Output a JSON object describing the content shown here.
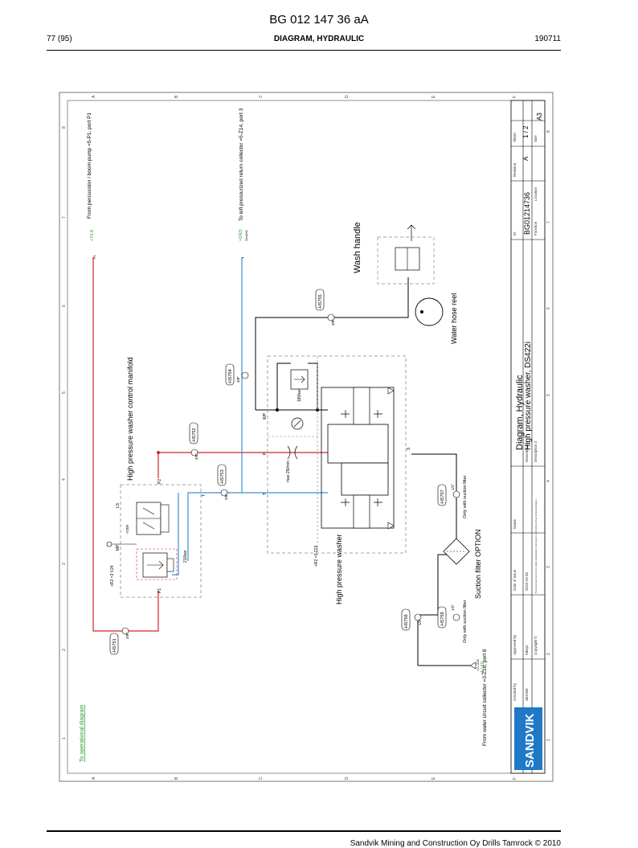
{
  "page": {
    "doc_id": "BG 012 147 36 aA",
    "page_num": "77 (95)",
    "section_title": "DIAGRAM, HYDRAULIC",
    "date_code": "190711",
    "footer": "Sandvik Mining and Construction Oy Drills Tamrock © 2010"
  },
  "diagram": {
    "grid_rows": [
      "A",
      "B",
      "C",
      "D",
      "E",
      "F"
    ],
    "grid_cols": [
      "1",
      "2",
      "3",
      "4",
      "5",
      "6",
      "7",
      "8"
    ],
    "label_from_pump": "From percussion / boom pump =5-P1, port P1",
    "label_return": "To left pressurized return collector =5-Z14, port 3",
    "ref_pump": "=7/L8",
    "ref_return": "=2/E5",
    "ref_return_sub": "Sec(IH)",
    "mark_p1": "P1",
    "mark_t": "T",
    "hose_hs751": "-HS751",
    "hose_hs752": "-HS752",
    "hose_hs753": "-HS753",
    "hose_hs754": "-HS754",
    "hose_hs755": "-HS755",
    "hose_hs756": "-HS756",
    "hose_hs757": "-HS757",
    "hose_hs758": "-HS758",
    "size_38": "3/8\"",
    "size_12": "1/2\"",
    "manifold_title": "High pressure washer control manifold",
    "manifold_ref": "+R2 =3 V24",
    "port_p1": "P1",
    "port_p2": "P2",
    "port_t": "T",
    "port_ls": "LS",
    "port_mp": "MP",
    "solenoid": "-Y209",
    "relief_setting": "210bar",
    "washer_title": "High pressure washer",
    "washer_ref": "+R2 =3 Z23",
    "flow_label": "max 25l/min",
    "valve_setting": "180bar",
    "port_wp": "WP",
    "port_p": "P",
    "port_tw": "T",
    "port_s": "S",
    "suction_filter": "Suction filter OPTION",
    "only_suction_1": "Only with suction filter",
    "only_suction_2": "Only with suction filter",
    "water_reel": "Water hose reel",
    "wash_handle": "Wash handle",
    "from_water": "From water circuit collector =3-Z18, port 8",
    "water_ref": "=1 / 10",
    "water_ref2": "=3 / Z18",
    "operational_link": "To operational diagram",
    "tb_created_by_label": "Created by",
    "tb_created_by": "wk1960",
    "tb_approved_label": "Approved by",
    "tb_approved": "Mkopi",
    "tb_date_label": "Date of issue",
    "tb_date": "2018-10-30",
    "tb_copyright_label": "Copyright ©",
    "tb_notice": "This document must not be copied, reproduced or disclosed to a third party without written permission.",
    "tb_name_label": "Name",
    "tb_title1": "Diagram, Hydraulic",
    "tb_title2": "High pressure washer, DS422i",
    "tb_desc1": "Description 1",
    "tb_desc2": "Description 2",
    "tb_id_label": "ID",
    "tb_id": "BG01214736",
    "tb_function_label": "Function",
    "tb_location_label": "Location",
    "tb_revision_label": "Revision",
    "tb_revision": "A",
    "tb_sheet_label": "Sheet",
    "tb_sheet": "1 / 2",
    "tb_size_label": "Size",
    "tb_size": "A3",
    "tb_logo": "SANDVIK",
    "colors": {
      "pressure": "#d4262b",
      "return": "#3b8fd6",
      "water": "#000000",
      "link": "#2a9a2a",
      "logo_bg": "#1f79c7"
    }
  }
}
